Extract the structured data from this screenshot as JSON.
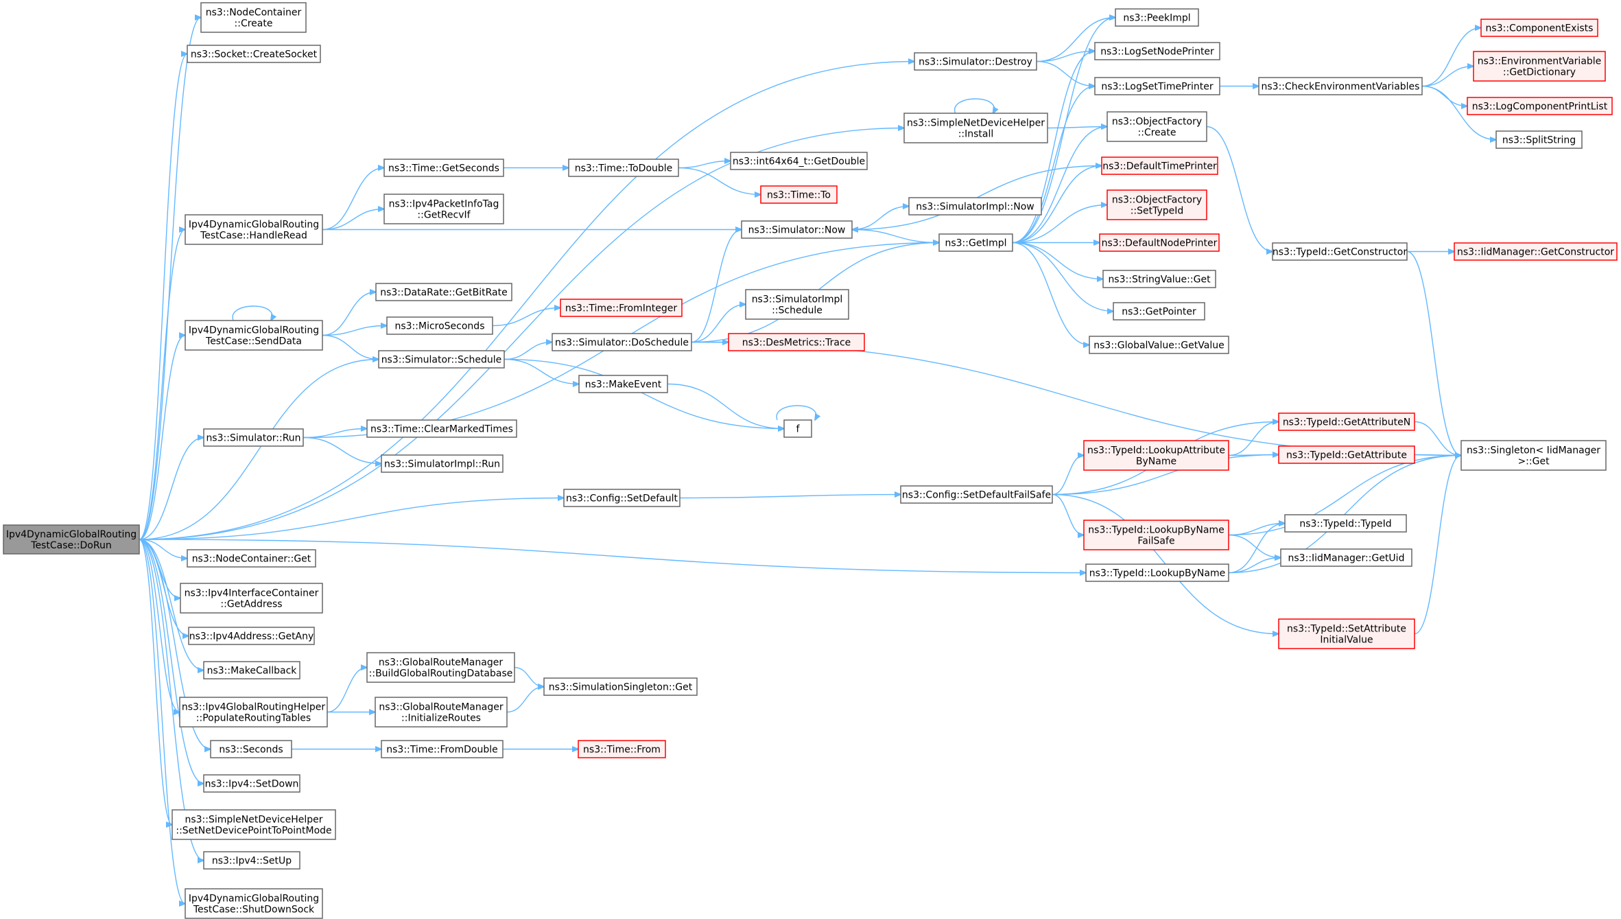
{
  "colors": {
    "edge": "#63b8ff",
    "node_border": "#666666",
    "node_fill": "#ffffff",
    "red_border": "#ff0000",
    "red_fill": "#fff0f0",
    "root_fill": "#999999"
  },
  "nodes": [
    {
      "id": "root",
      "label": [
        "Ipv4DynamicGlobalRouting",
        "TestCase::DoRun"
      ],
      "style": "root"
    },
    {
      "id": "nc_create",
      "label": [
        "ns3::NodeContainer",
        "::Create"
      ]
    },
    {
      "id": "socket_create",
      "label": [
        "ns3::Socket::CreateSocket"
      ]
    },
    {
      "id": "sim_destroy",
      "label": [
        "ns3::Simulator::Destroy"
      ]
    },
    {
      "id": "peekimpl",
      "label": [
        "ns3::PeekImpl"
      ]
    },
    {
      "id": "logsetnode",
      "label": [
        "ns3::LogSetNodePrinter"
      ]
    },
    {
      "id": "logsettime",
      "label": [
        "ns3::LogSetTimePrinter"
      ]
    },
    {
      "id": "checkenv",
      "label": [
        "ns3::CheckEnvironmentVariables"
      ]
    },
    {
      "id": "compexists",
      "label": [
        "ns3::ComponentExists"
      ],
      "style": "red"
    },
    {
      "id": "envvar",
      "label": [
        "ns3::EnvironmentVariable",
        "::GetDictionary"
      ],
      "style": "red"
    },
    {
      "id": "logcomplist",
      "label": [
        "ns3::LogComponentPrintList"
      ],
      "style": "red"
    },
    {
      "id": "splitstring",
      "label": [
        "ns3::SplitString"
      ]
    },
    {
      "id": "sndh_install",
      "label": [
        "ns3::SimpleNetDeviceHelper",
        "::Install"
      ]
    },
    {
      "id": "objfac_create",
      "label": [
        "ns3::ObjectFactory",
        "::Create"
      ]
    },
    {
      "id": "time_getseconds",
      "label": [
        "ns3::Time::GetSeconds"
      ]
    },
    {
      "id": "time_todouble",
      "label": [
        "ns3::Time::ToDouble"
      ]
    },
    {
      "id": "int64_getdouble",
      "label": [
        "ns3::int64x64_t::GetDouble"
      ]
    },
    {
      "id": "time_to",
      "label": [
        "ns3::Time::To"
      ],
      "style": "red"
    },
    {
      "id": "defaulttimeprinter",
      "label": [
        "ns3::DefaultTimePrinter"
      ],
      "style": "red"
    },
    {
      "id": "handleread",
      "label": [
        "Ipv4DynamicGlobalRouting",
        "TestCase::HandleRead"
      ]
    },
    {
      "id": "ipv4pit",
      "label": [
        "ns3::Ipv4PacketInfoTag",
        "::GetRecvIf"
      ]
    },
    {
      "id": "simimpl_now",
      "label": [
        "ns3::SimulatorImpl::Now"
      ]
    },
    {
      "id": "objfac_settypeid",
      "label": [
        "ns3::ObjectFactory",
        "::SetTypeId"
      ],
      "style": "red"
    },
    {
      "id": "sim_now",
      "label": [
        "ns3::Simulator::Now"
      ]
    },
    {
      "id": "getimpl",
      "label": [
        "ns3::GetImpl"
      ]
    },
    {
      "id": "defaultnodeprinter",
      "label": [
        "ns3::DefaultNodePrinter"
      ],
      "style": "red"
    },
    {
      "id": "typeid_getctor",
      "label": [
        "ns3::TypeId::GetConstructor"
      ]
    },
    {
      "id": "iidmgr_getctor",
      "label": [
        "ns3::IidManager::GetConstructor"
      ],
      "style": "red"
    },
    {
      "id": "stringvalue_get",
      "label": [
        "ns3::StringValue::Get"
      ]
    },
    {
      "id": "datarate",
      "label": [
        "ns3::DataRate::GetBitRate"
      ]
    },
    {
      "id": "time_frominteger",
      "label": [
        "ns3::Time::FromInteger"
      ],
      "style": "red"
    },
    {
      "id": "getpointer",
      "label": [
        "ns3::GetPointer"
      ]
    },
    {
      "id": "senddata",
      "label": [
        "Ipv4DynamicGlobalRouting",
        "TestCase::SendData"
      ]
    },
    {
      "id": "microseconds",
      "label": [
        "ns3::MicroSeconds"
      ]
    },
    {
      "id": "simimpl_schedule",
      "label": [
        "ns3::SimulatorImpl",
        "::Schedule"
      ]
    },
    {
      "id": "sim_doschedule",
      "label": [
        "ns3::Simulator::DoSchedule"
      ]
    },
    {
      "id": "desmetrics",
      "label": [
        "ns3::DesMetrics::Trace"
      ],
      "style": "red"
    },
    {
      "id": "globalvalue",
      "label": [
        "ns3::GlobalValue::GetValue"
      ]
    },
    {
      "id": "sim_schedule",
      "label": [
        "ns3::Simulator::Schedule"
      ]
    },
    {
      "id": "makeevent",
      "label": [
        "ns3::MakeEvent"
      ]
    },
    {
      "id": "f",
      "label": [
        "f"
      ]
    },
    {
      "id": "typeid_getattrn",
      "label": [
        "ns3::TypeId::GetAttributeN"
      ],
      "style": "red"
    },
    {
      "id": "sim_run",
      "label": [
        "ns3::Simulator::Run"
      ]
    },
    {
      "id": "clearmarked",
      "label": [
        "ns3::Time::ClearMarkedTimes"
      ]
    },
    {
      "id": "lookupattr",
      "label": [
        "ns3::TypeId::LookupAttribute",
        "ByName"
      ],
      "style": "red"
    },
    {
      "id": "typeid_getattr",
      "label": [
        "ns3::TypeId::GetAttribute"
      ],
      "style": "red"
    },
    {
      "id": "singleton_get",
      "label": [
        "ns3::Singleton< IidManager",
        " >::Get"
      ]
    },
    {
      "id": "simimpl_run",
      "label": [
        "ns3::SimulatorImpl::Run"
      ]
    },
    {
      "id": "config_setdefault",
      "label": [
        "ns3::Config::SetDefault"
      ]
    },
    {
      "id": "config_failsafe",
      "label": [
        "ns3::Config::SetDefaultFailSafe"
      ]
    },
    {
      "id": "lookupbyname_fs",
      "label": [
        "ns3::TypeId::LookupByName",
        "FailSafe"
      ],
      "style": "red"
    },
    {
      "id": "typeid_typeid",
      "label": [
        "ns3::TypeId::TypeId"
      ]
    },
    {
      "id": "nc_get",
      "label": [
        "ns3::NodeContainer::Get"
      ]
    },
    {
      "id": "iidmgr_getuid",
      "label": [
        "ns3::IidManager::GetUid"
      ]
    },
    {
      "id": "lookupbyname",
      "label": [
        "ns3::TypeId::LookupByName"
      ]
    },
    {
      "id": "ipv4ic_getaddr",
      "label": [
        "ns3::Ipv4InterfaceContainer",
        "::GetAddress"
      ]
    },
    {
      "id": "ipv4addr_getany",
      "label": [
        "ns3::Ipv4Address::GetAny"
      ]
    },
    {
      "id": "setattrinit",
      "label": [
        "ns3::TypeId::SetAttribute",
        "InitialValue"
      ],
      "style": "red"
    },
    {
      "id": "makecallback",
      "label": [
        "ns3::MakeCallback"
      ]
    },
    {
      "id": "grm_build",
      "label": [
        "ns3::GlobalRouteManager",
        "::BuildGlobalRoutingDatabase"
      ]
    },
    {
      "id": "simsingleton_get",
      "label": [
        "ns3::SimulationSingleton::Get"
      ]
    },
    {
      "id": "ipv4grh_populate",
      "label": [
        "ns3::Ipv4GlobalRoutingHelper",
        "::PopulateRoutingTables"
      ]
    },
    {
      "id": "grm_init",
      "label": [
        "ns3::GlobalRouteManager",
        "::InitializeRoutes"
      ]
    },
    {
      "id": "seconds",
      "label": [
        "ns3::Seconds"
      ]
    },
    {
      "id": "time_fromdouble",
      "label": [
        "ns3::Time::FromDouble"
      ]
    },
    {
      "id": "time_from",
      "label": [
        "ns3::Time::From"
      ],
      "style": "red"
    },
    {
      "id": "ipv4_setdown",
      "label": [
        "ns3::Ipv4::SetDown"
      ]
    },
    {
      "id": "sndh_p2p",
      "label": [
        "ns3::SimpleNetDeviceHelper",
        "::SetNetDevicePointToPointMode"
      ]
    },
    {
      "id": "ipv4_setup",
      "label": [
        "ns3::Ipv4::SetUp"
      ]
    },
    {
      "id": "shutdownsock",
      "label": [
        "Ipv4DynamicGlobalRouting",
        "TestCase::ShutDownSock"
      ]
    }
  ],
  "edges": [
    [
      "root",
      "nc_create"
    ],
    [
      "root",
      "socket_create"
    ],
    [
      "root",
      "sim_destroy"
    ],
    [
      "root",
      "sndh_install"
    ],
    [
      "root",
      "handleread"
    ],
    [
      "root",
      "senddata"
    ],
    [
      "root",
      "sim_schedule"
    ],
    [
      "root",
      "sim_run"
    ],
    [
      "root",
      "config_setdefault"
    ],
    [
      "root",
      "lookupbyname"
    ],
    [
      "root",
      "nc_get"
    ],
    [
      "root",
      "ipv4ic_getaddr"
    ],
    [
      "root",
      "ipv4addr_getany"
    ],
    [
      "root",
      "makecallback"
    ],
    [
      "root",
      "ipv4grh_populate"
    ],
    [
      "root",
      "seconds"
    ],
    [
      "root",
      "ipv4_setdown"
    ],
    [
      "root",
      "sndh_p2p"
    ],
    [
      "root",
      "ipv4_setup"
    ],
    [
      "root",
      "shutdownsock"
    ],
    [
      "sim_destroy",
      "peekimpl"
    ],
    [
      "sim_destroy",
      "logsetnode"
    ],
    [
      "sim_destroy",
      "logsettime"
    ],
    [
      "logsettime",
      "checkenv"
    ],
    [
      "checkenv",
      "compexists"
    ],
    [
      "checkenv",
      "envvar"
    ],
    [
      "checkenv",
      "logcomplist"
    ],
    [
      "checkenv",
      "splitstring"
    ],
    [
      "sndh_install",
      "sndh_install"
    ],
    [
      "sndh_install",
      "objfac_create"
    ],
    [
      "objfac_create",
      "typeid_getctor"
    ],
    [
      "typeid_getctor",
      "iidmgr_getctor"
    ],
    [
      "typeid_getctor",
      "singleton_get"
    ],
    [
      "handleread",
      "time_getseconds"
    ],
    [
      "handleread",
      "ipv4pit"
    ],
    [
      "handleread",
      "sim_now"
    ],
    [
      "time_getseconds",
      "time_todouble"
    ],
    [
      "time_todouble",
      "int64_getdouble"
    ],
    [
      "time_todouble",
      "time_to"
    ],
    [
      "sim_now",
      "simimpl_now"
    ],
    [
      "sim_now",
      "getimpl"
    ],
    [
      "getimpl",
      "peekimpl"
    ],
    [
      "getimpl",
      "logsetnode"
    ],
    [
      "getimpl",
      "logsettime"
    ],
    [
      "getimpl",
      "objfac_create"
    ],
    [
      "getimpl",
      "defaulttimeprinter"
    ],
    [
      "getimpl",
      "objfac_settypeid"
    ],
    [
      "getimpl",
      "defaultnodeprinter"
    ],
    [
      "getimpl",
      "stringvalue_get"
    ],
    [
      "getimpl",
      "getpointer"
    ],
    [
      "getimpl",
      "globalvalue"
    ],
    [
      "defaulttimeprinter",
      "sim_now"
    ],
    [
      "senddata",
      "senddata"
    ],
    [
      "senddata",
      "datarate"
    ],
    [
      "senddata",
      "microseconds"
    ],
    [
      "senddata",
      "sim_schedule"
    ],
    [
      "microseconds",
      "time_frominteger"
    ],
    [
      "sim_schedule",
      "sim_doschedule"
    ],
    [
      "sim_schedule",
      "makeevent"
    ],
    [
      "sim_schedule",
      "f"
    ],
    [
      "sim_doschedule",
      "sim_now"
    ],
    [
      "sim_doschedule",
      "getimpl"
    ],
    [
      "sim_doschedule",
      "simimpl_schedule"
    ],
    [
      "sim_doschedule",
      "desmetrics"
    ],
    [
      "sim_doschedule",
      "singleton_get"
    ],
    [
      "makeevent",
      "f"
    ],
    [
      "f",
      "f"
    ],
    [
      "sim_run",
      "getimpl"
    ],
    [
      "sim_run",
      "clearmarked"
    ],
    [
      "sim_run",
      "simimpl_run"
    ],
    [
      "config_setdefault",
      "config_failsafe"
    ],
    [
      "config_failsafe",
      "typeid_getattrn"
    ],
    [
      "config_failsafe",
      "lookupattr"
    ],
    [
      "config_failsafe",
      "typeid_getattr"
    ],
    [
      "config_failsafe",
      "lookupbyname_fs"
    ],
    [
      "config_failsafe",
      "setattrinit"
    ],
    [
      "lookupattr",
      "typeid_getattrn"
    ],
    [
      "lookupattr",
      "typeid_getattr"
    ],
    [
      "typeid_getattrn",
      "singleton_get"
    ],
    [
      "typeid_getattr",
      "singleton_get"
    ],
    [
      "lookupbyname_fs",
      "singleton_get"
    ],
    [
      "lookupbyname_fs",
      "typeid_typeid"
    ],
    [
      "lookupbyname_fs",
      "iidmgr_getuid"
    ],
    [
      "lookupbyname",
      "typeid_typeid"
    ],
    [
      "lookupbyname",
      "iidmgr_getuid"
    ],
    [
      "lookupbyname",
      "singleton_get"
    ],
    [
      "setattrinit",
      "singleton_get"
    ],
    [
      "ipv4grh_populate",
      "grm_build"
    ],
    [
      "ipv4grh_populate",
      "grm_init"
    ],
    [
      "grm_build",
      "simsingleton_get"
    ],
    [
      "grm_init",
      "simsingleton_get"
    ],
    [
      "seconds",
      "time_fromdouble"
    ],
    [
      "time_fromdouble",
      "time_from"
    ]
  ]
}
